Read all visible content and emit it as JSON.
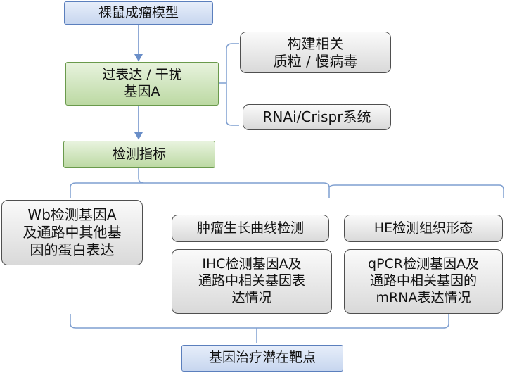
{
  "nodes": {
    "nude_model": "裸鼠成瘤模型",
    "overexpress": "过表达 / 干扰\n基因A",
    "construct_plasmid": "构建相关\n质粒 / 慢病毒",
    "rnai_crispr": "RNAi/Crispr系统",
    "detection": "检测指标",
    "wb_detect": "Wb检测基因A\n及通路中其他基\n因的蛋白表达",
    "tumor_growth": "肿瘤生长曲线检测",
    "he_detect": "HE检测组织形态",
    "ihc_detect": "IHC检测基因A及\n通路中相关基因表\n达情况",
    "qpcr_detect": "qPCR检测基因A及\n通路中相关基因的\nmRNA表达情况",
    "gene_therapy": "基因治疗潜在靶点"
  },
  "colors": {
    "arrow": "#6a8ec8",
    "bracket": "#7f9fd0",
    "blue_border": "#5b7fbd",
    "green_border": "#6a9a4c",
    "gray_border": "#4f4f4f"
  }
}
